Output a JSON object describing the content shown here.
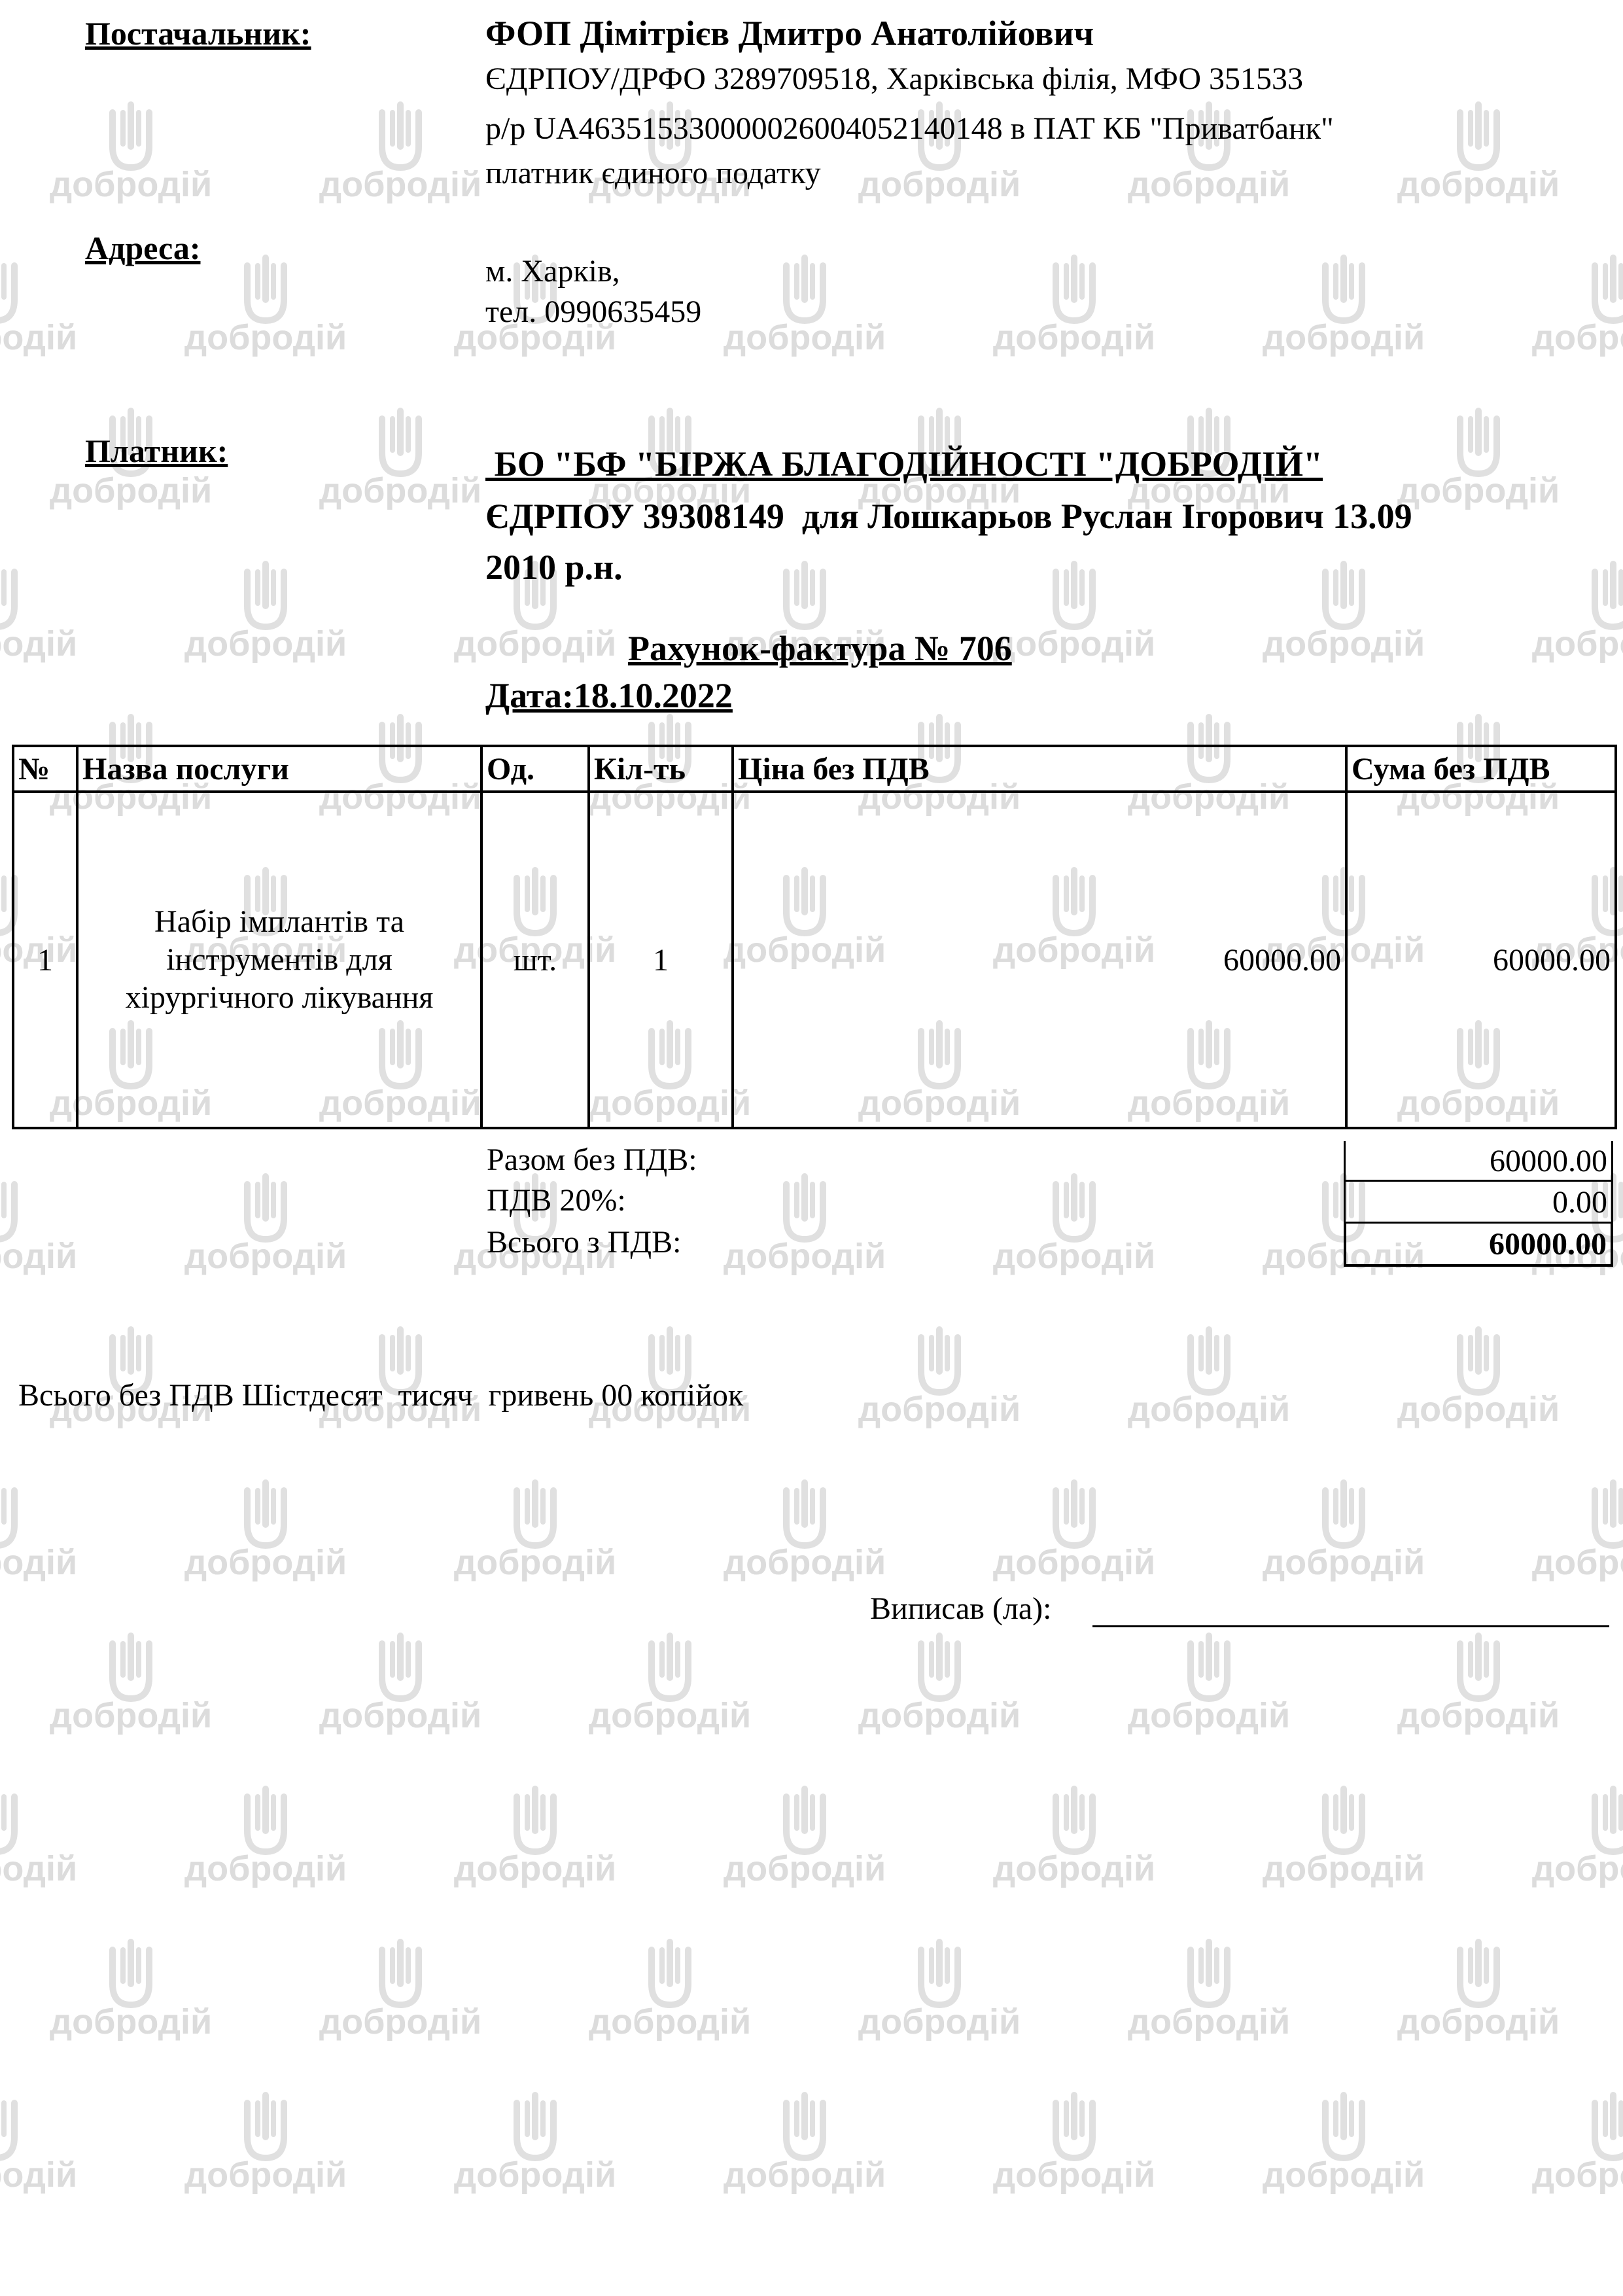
{
  "watermark": {
    "text": "добродій",
    "icon": "hand-logo-icon"
  },
  "supplier": {
    "label": "Постачальник:",
    "name": "ФОП Дімітрієв Дмитро Анатолійович",
    "line1": "ЄДРПОУ/ДРФО 3289709518, Харківська філія, МФО 351533",
    "line2": "р/р  UA463515330000026004052140148 в ПАТ КБ \"Приватбанк\"",
    "line3": "платник єдиного податку"
  },
  "address": {
    "label": "Адреса:",
    "city": "м. Харків,",
    "phone": "тел. 0990635459"
  },
  "payer": {
    "label": "Платник:",
    "line1": " БО \"БФ \"БІРЖА БЛАГОДІЙНОСТІ \"ДОБРОДІЙ\"",
    "line2": "ЄДРПОУ 39308149  для Лошкарьов Руслан Ігорович 13.09",
    "line3": "2010 р.н."
  },
  "invoice": {
    "title": "Рахунок-фактура № 706",
    "date": "Дата:18.10.2022"
  },
  "table": {
    "headers": [
      "№",
      "Назва послуги",
      "Од.",
      "Кіл-ть",
      "Ціна без ПДВ",
      "Сума без ПДВ"
    ],
    "rows": [
      {
        "num": "1",
        "name_line1": "Набір імплантів та",
        "name_line2": "інструментів для",
        "name_line3": "хірургічного лікування",
        "unit": "шт.",
        "qty": "1",
        "price": "60000.00",
        "sum": "60000.00"
      }
    ]
  },
  "totals": {
    "subtotal_label": "Разом без ПДВ:",
    "subtotal": "60000.00",
    "vat_label": "ПДВ 20%:",
    "vat": "0.00",
    "total_label": "Всього з ПДВ:",
    "total": "60000.00"
  },
  "amount_in_words": "Всього без ПДВ Шістдесят  тисяч  гривень 00 копійок",
  "signature": {
    "label": "Виписав (ла):"
  }
}
